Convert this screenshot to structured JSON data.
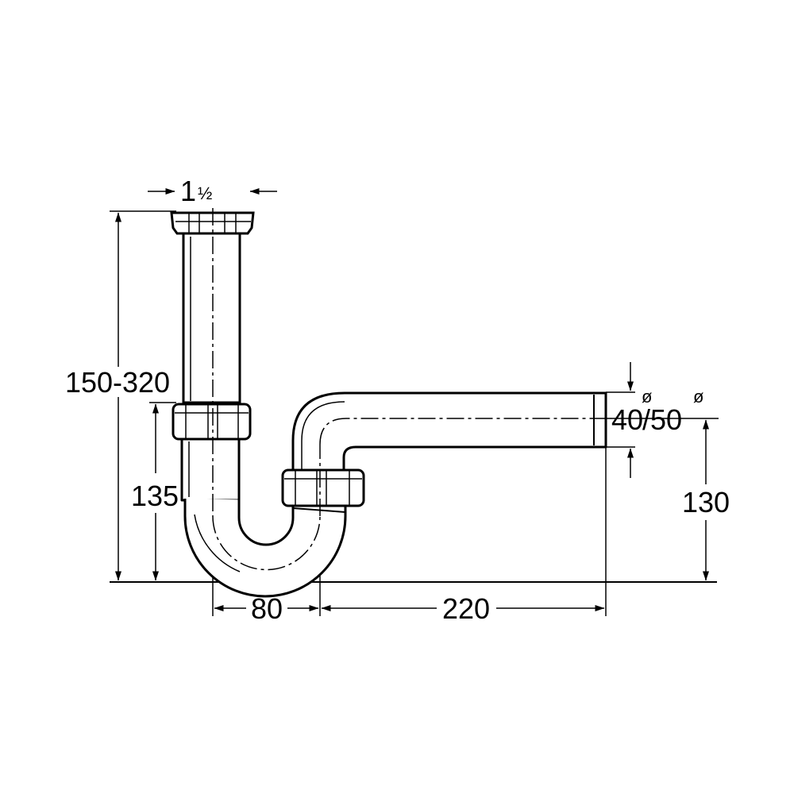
{
  "labels": {
    "thread_size_whole": "1",
    "thread_size_fraction": "½",
    "height_range": "150-320",
    "height_trap": "135",
    "height_outlet": "130",
    "offset_width": "80",
    "outlet_length": "220",
    "outlet_diam_a": "40",
    "outlet_diam_b": "/50",
    "diameter_symbol": "ø"
  },
  "colors": {
    "ink": "#000000",
    "paper": "#ffffff"
  }
}
